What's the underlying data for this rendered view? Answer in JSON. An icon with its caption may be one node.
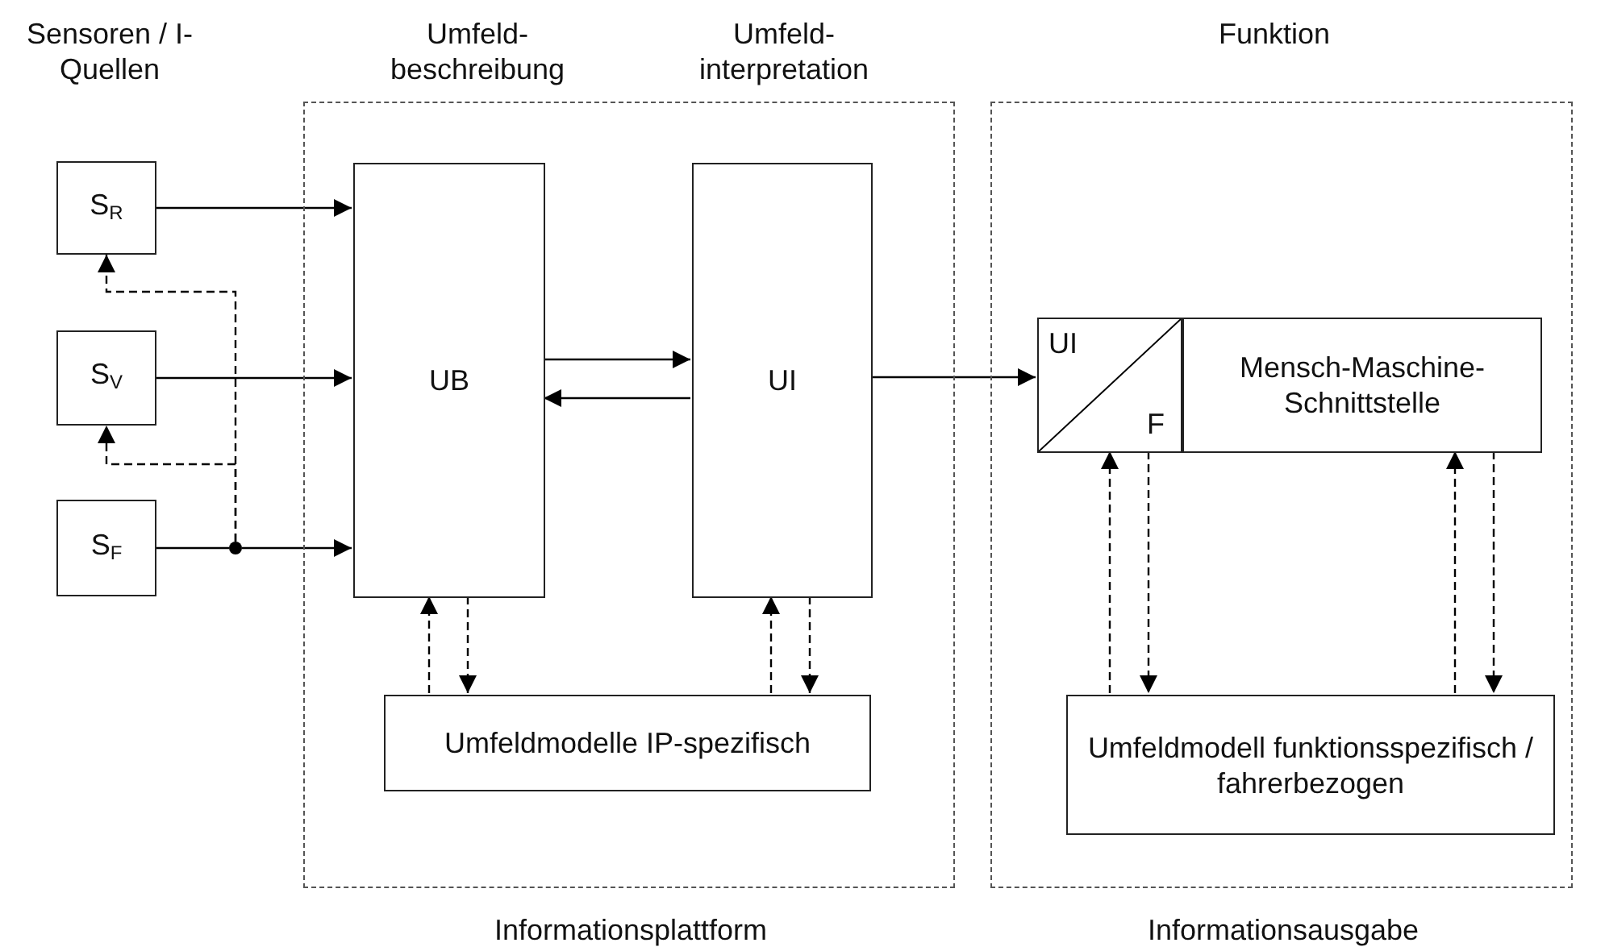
{
  "diagram": {
    "nodes": [
      {
        "text": [
          "Informationsplattform"
        ]
      },
      {
        "text": [
          "Informationsausgabe"
        ]
      },
      {
        "text": [
          "S$_{R}$"
        ]
      },
      {
        "text": [
          "S$_{V}$"
        ]
      },
      {
        "text": [
          "S$_{F}$"
        ]
      },
      {
        "text": [
          "UB"
        ],
        "in": 0
      },
      {
        "text": [
          "UI"
        ],
        "in": 0
      },
      {
        "text": [
          "Umfeldmodelle IP-spezifisch"
        ],
        "in": 0
      },
      {
        "text": [
          "UI",
          "F"
        ],
        "in": 1
      },
      {
        "text": [
          "Mensch-Maschine-Schnittstelle"
        ],
        "in": 1
      },
      {
        "text": [
          "Umfeldmodell funktionsspezifisch / fahrerbezogen"
        ],
        "in": 1
      },
      {
        "text": [],
        "shape": "circle"
      }
    ],
    "edges": [
      {
        "from": 2,
        "to": 5,
        "arrow": "to"
      },
      {
        "from": 3,
        "to": 5,
        "arrow": "to"
      },
      {
        "from": 4,
        "to": 11,
        "arrow": "none"
      },
      {
        "from": 11,
        "to": 5,
        "arrow": "to"
      },
      {
        "from": 11,
        "to": 2,
        "arrow": "to",
        "style": "dashed"
      },
      {
        "from": 11,
        "to": 3,
        "arrow": "to",
        "style": "dashed"
      },
      {
        "from": 5,
        "to": 6,
        "arrow": "to"
      },
      {
        "from": 6,
        "to": 5,
        "arrow": "to"
      },
      {
        "from": 6,
        "to": 8,
        "arrow": "to"
      },
      {
        "from": 7,
        "to": 5,
        "arrow": "to",
        "style": "dashed"
      },
      {
        "from": 5,
        "to": 7,
        "arrow": "to",
        "style": "dashed"
      },
      {
        "from": 7,
        "to": 6,
        "arrow": "to",
        "style": "dashed"
      },
      {
        "from": 6,
        "to": 7,
        "arrow": "to",
        "style": "dashed"
      },
      {
        "from": 10,
        "to": 8,
        "arrow": "to",
        "style": "dashed"
      },
      {
        "from": 8,
        "to": 10,
        "arrow": "to",
        "style": "dashed"
      },
      {
        "from": 10,
        "to": 9,
        "arrow": "to",
        "style": "dashed"
      },
      {
        "from": 9,
        "to": 10,
        "arrow": "to",
        "style": "dashed"
      }
    ],
    "labels": [
      "Sensoren / I-Quellen",
      "Umfeld- beschreibung",
      "Umfeld- interpretation",
      "Funktion"
    ]
  }
}
